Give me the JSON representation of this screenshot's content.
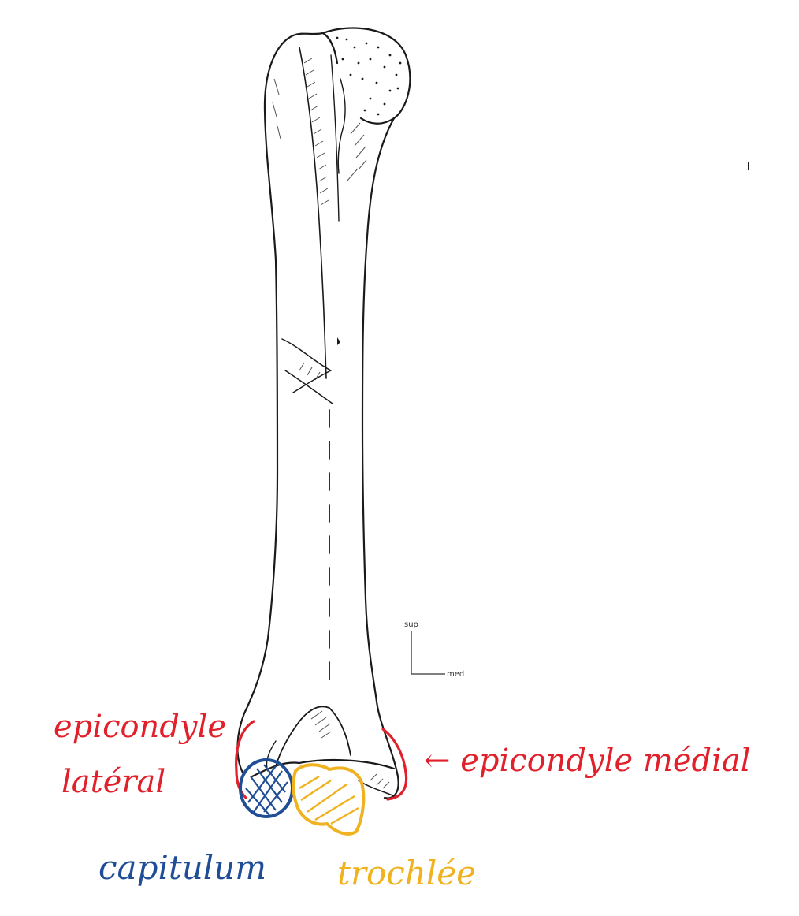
{
  "colors": {
    "bone_outline": "#1a1a1a",
    "epicondyle": "#e0202a",
    "capitulum": "#1f4e96",
    "trochlea": "#f0b21e",
    "background": "#ffffff"
  },
  "labels": {
    "epicondyle_lateral_line1": "epicondyle",
    "epicondyle_lateral_line2": "latéral",
    "epicondyle_medial": "← epicondyle médial",
    "capitulum": "capitulum",
    "trochlea": "trochlée"
  },
  "orientation": {
    "sup": "sup",
    "med": "med"
  }
}
